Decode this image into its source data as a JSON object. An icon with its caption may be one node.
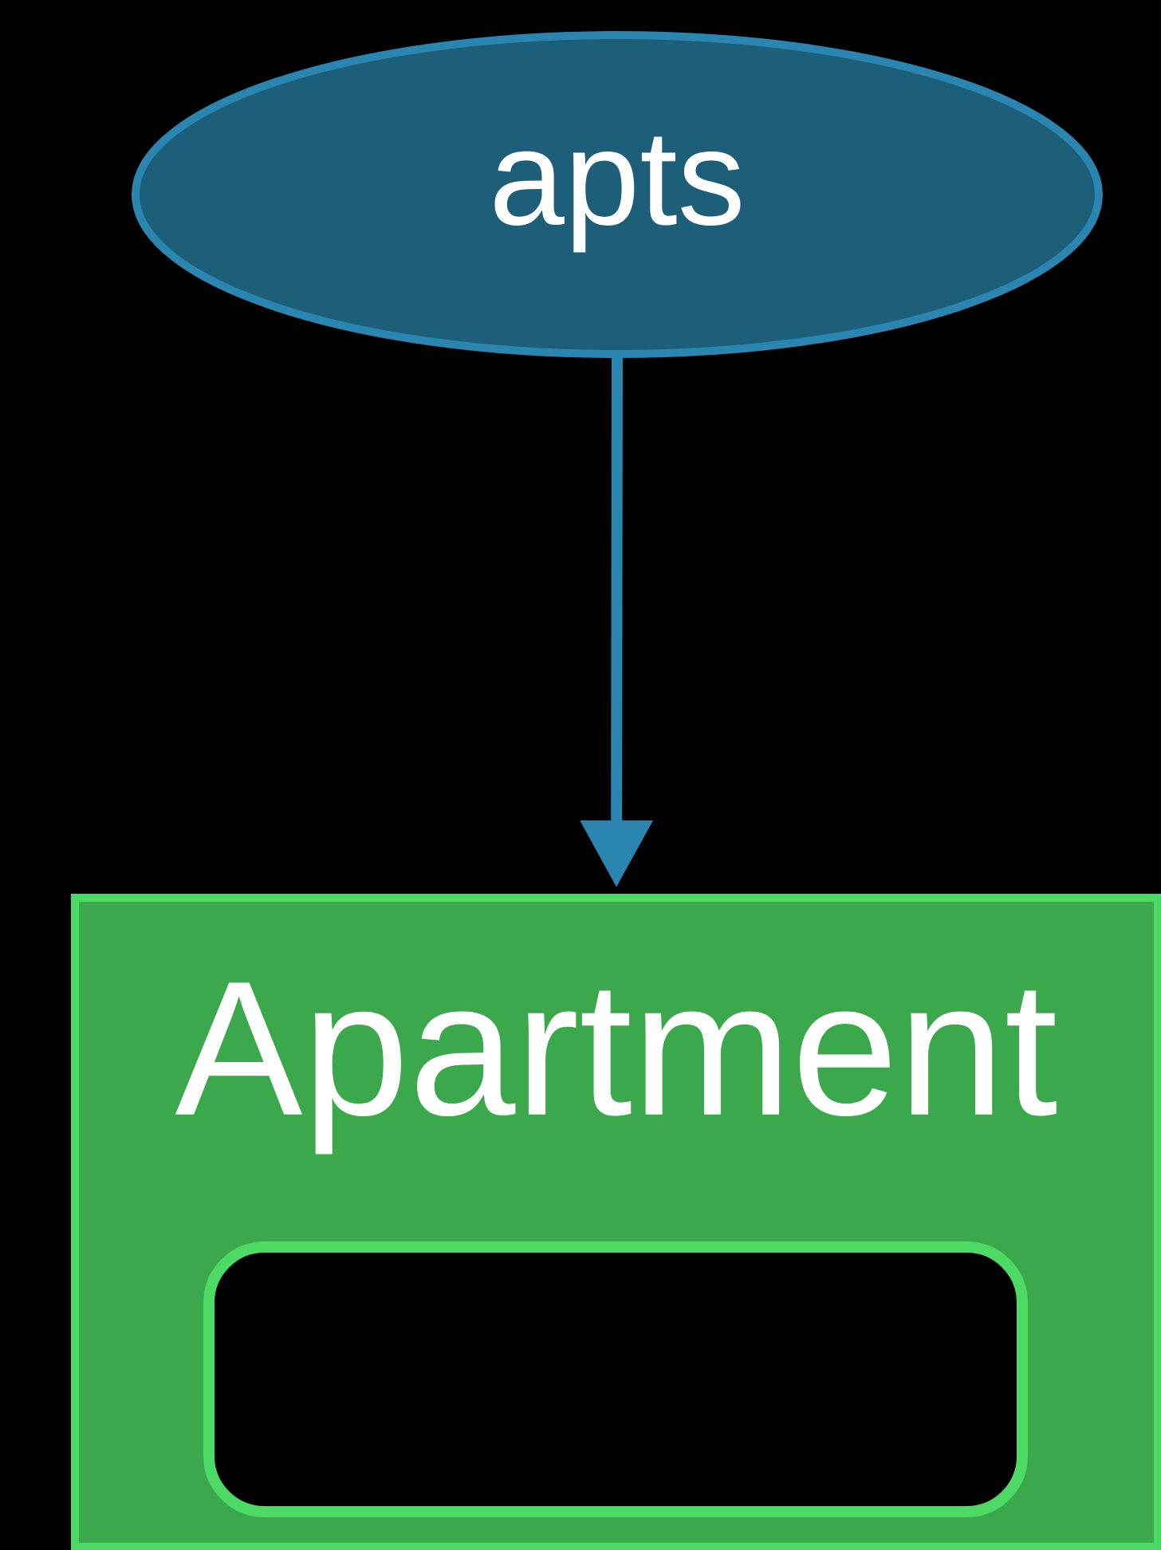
{
  "diagram": {
    "nodes": [
      {
        "text": [
          "apts"
        ]
      },
      {
        "text": [
          "Apartment"
        ]
      },
      {
        "text": [],
        "shape": "box",
        "in": 1
      }
    ],
    "edges": [
      {
        "from": 0,
        "to": 1,
        "arrow": "to"
      }
    ]
  }
}
